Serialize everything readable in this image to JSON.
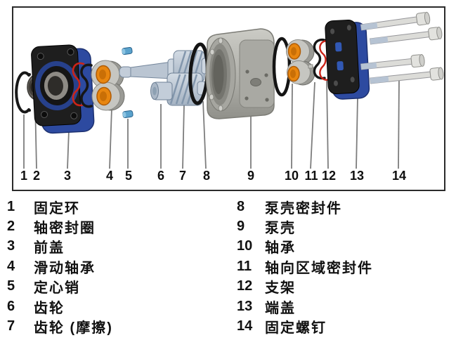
{
  "figure": {
    "kind": "exploded-view-diagram",
    "callout_numbers": [
      "1",
      "2",
      "3",
      "4",
      "5",
      "6",
      "7",
      "8",
      "9",
      "10",
      "11",
      "12",
      "13",
      "14"
    ]
  },
  "legend": {
    "columns": [
      {
        "side": "left",
        "items": [
          {
            "no": "1",
            "label": "固定环"
          },
          {
            "no": "2",
            "label": "轴密封圈"
          },
          {
            "no": "3",
            "label": "前盖"
          },
          {
            "no": "4",
            "label": "滑动轴承"
          },
          {
            "no": "5",
            "label": "定心销"
          },
          {
            "no": "6",
            "label": "齿轮"
          },
          {
            "no": "7",
            "label": "齿轮 (摩擦)"
          }
        ]
      },
      {
        "side": "right",
        "items": [
          {
            "no": "8",
            "label": "泵壳密封件"
          },
          {
            "no": "9",
            "label": "泵壳"
          },
          {
            "no": "10",
            "label": "轴承"
          },
          {
            "no": "11",
            "label": "轴向区域密封件"
          },
          {
            "no": "12",
            "label": "支架"
          },
          {
            "no": "13",
            "label": "端盖"
          },
          {
            "no": "14",
            "label": "固定螺钉"
          }
        ]
      }
    ]
  },
  "colors": {
    "cover_blue": "#2d4aa0",
    "cover_blue_dark": "#1d3170",
    "bushing_orange": "#e8860f",
    "seal_red": "#cc2418",
    "seal_black": "#161616",
    "housing_gray": "#b2b2ac",
    "gear_gray": "#c3cdd9",
    "screw_gray": "#dcdcd8",
    "pin_blue": "#5aa2cc",
    "leader_gray": "#7d7d7d"
  }
}
